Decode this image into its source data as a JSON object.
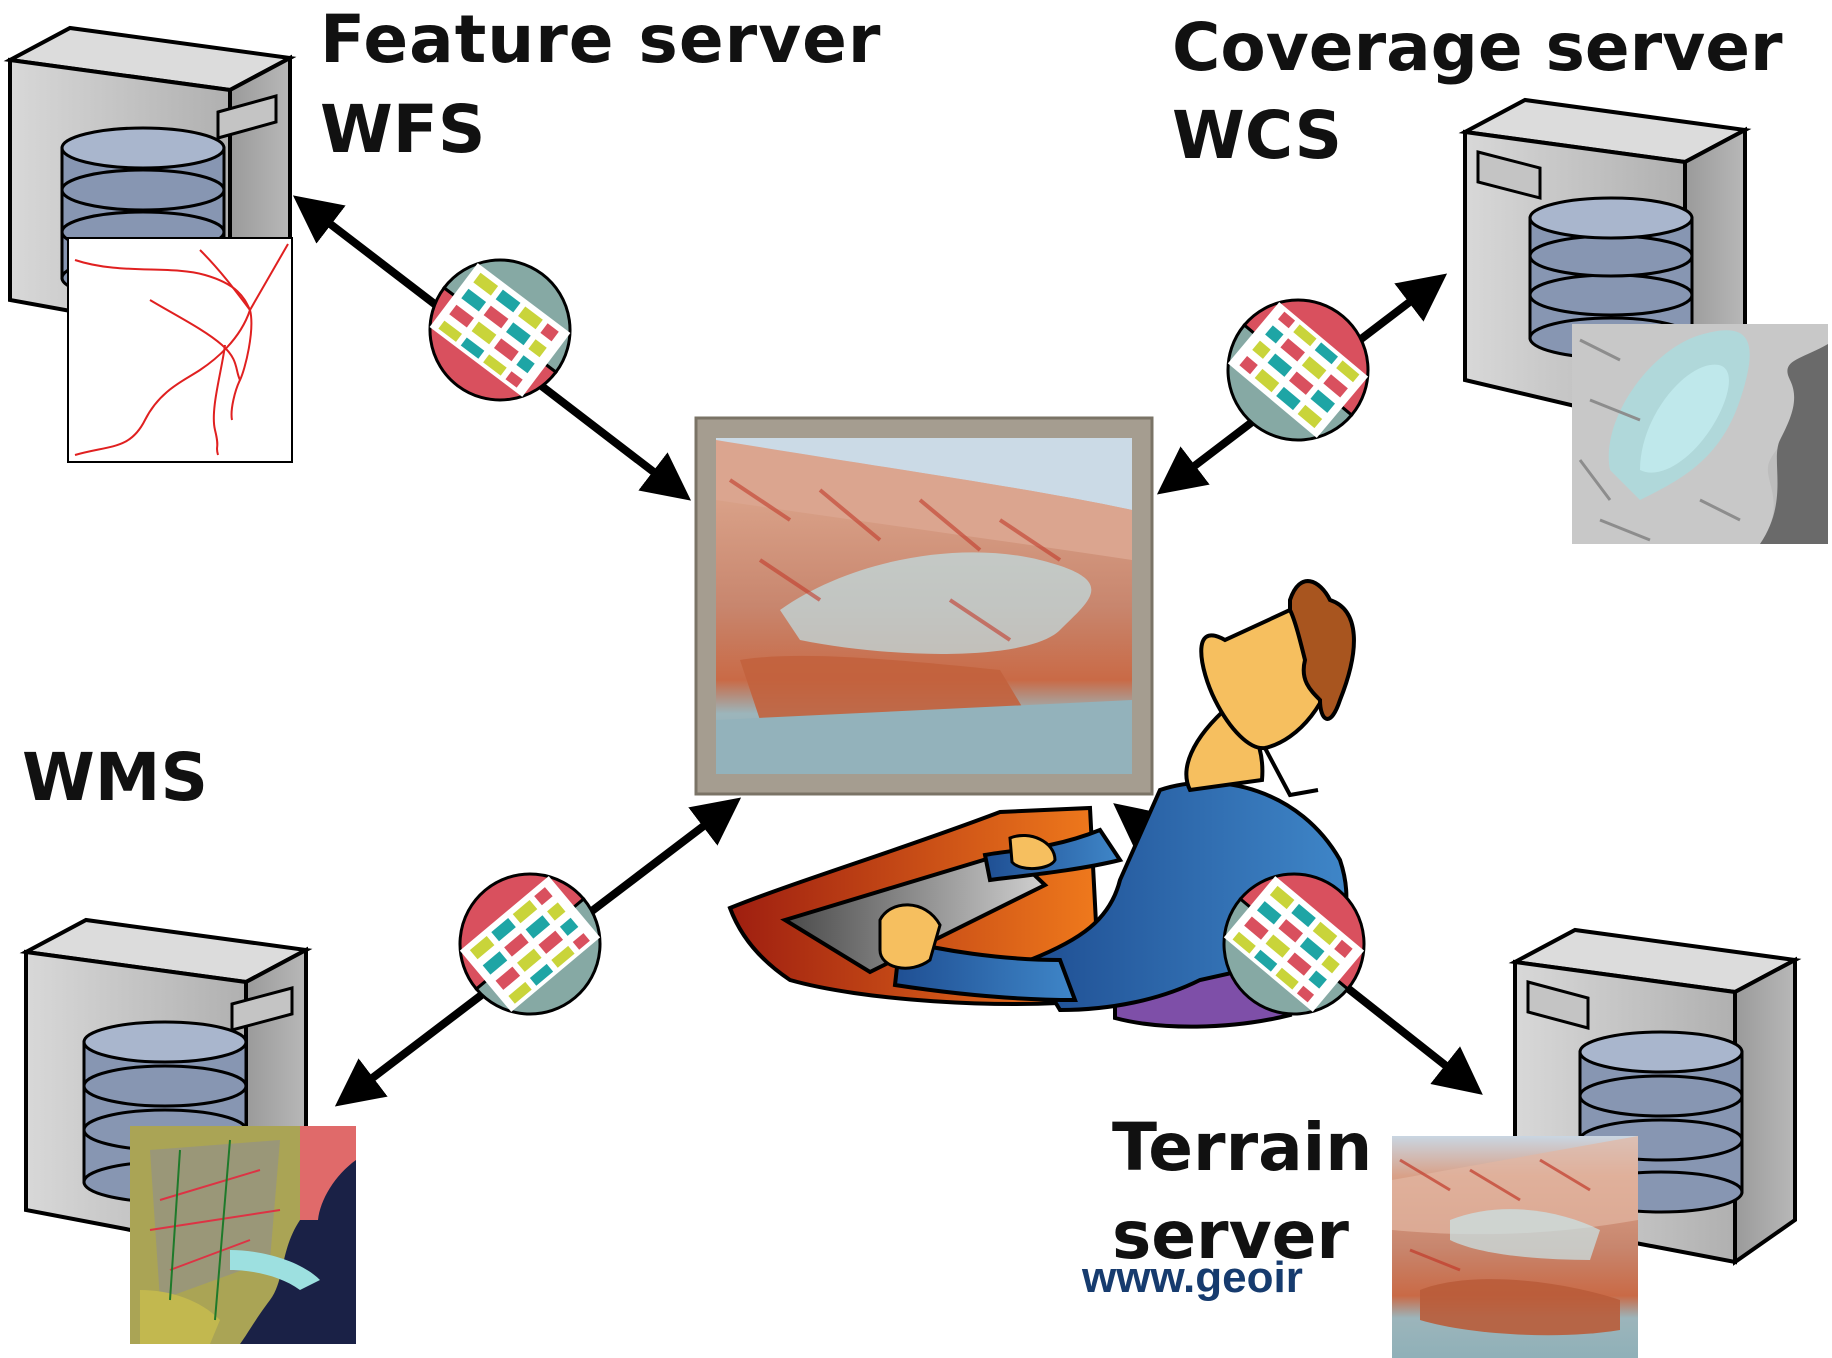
{
  "labels": {
    "feature_server": "Feature server",
    "wfs": "WFS",
    "coverage_server": "Coverage server",
    "wcs": "WCS",
    "wms": "WMS",
    "terrain": "Terrain",
    "server": "server",
    "website": "www.geoir"
  },
  "colors": {
    "server_body": "#c9c9c9",
    "database": "#8796b2",
    "connector_top": "#86a9a4",
    "connector_bottom": "#d9505e",
    "arrow": "#000000",
    "monitor_frame": "#a59d90",
    "route_line": "#e02020",
    "shirt": "#2b62a8",
    "desk": "#cf4a14",
    "url_text": "#163b6e"
  },
  "icons": [
    "server-icon",
    "database-icon",
    "connector-icon",
    "arrow-icon",
    "person-icon",
    "monitor-icon"
  ]
}
